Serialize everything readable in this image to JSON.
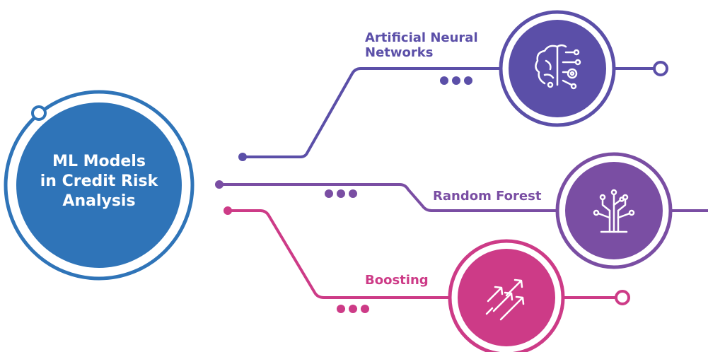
{
  "center": {
    "lines": [
      "ML Models",
      "in Credit Risk",
      "Analysis"
    ]
  },
  "branches": [
    {
      "id": "ann",
      "label": "Artificial Neural Networks",
      "icon": "brain-circuit-icon",
      "color": "#5b4fa8"
    },
    {
      "id": "rf",
      "label": "Random Forest",
      "icon": "tree-circuit-icon",
      "color": "#7a4ea3"
    },
    {
      "id": "boosting",
      "label": "Boosting",
      "icon": "rising-arrows-icon",
      "color": "#cd3b87"
    }
  ],
  "colors": {
    "center_fill": "#2f74b8",
    "center_ring": "#2f74b8",
    "ann": "#5b4fa8",
    "rf": "#7a4ea3",
    "boosting": "#cd3b87"
  }
}
